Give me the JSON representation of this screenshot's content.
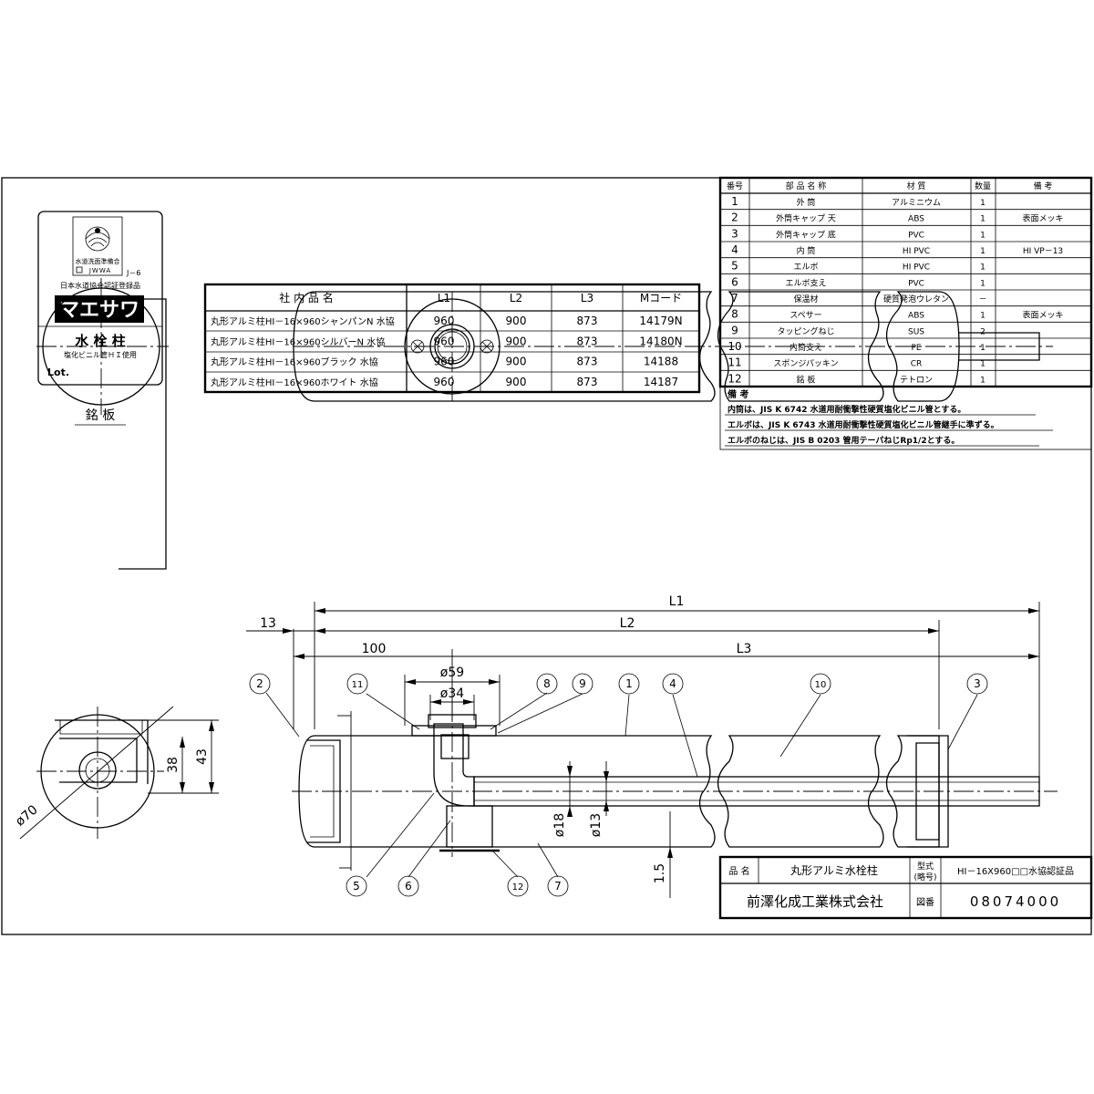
{
  "nameplate": {
    "org_name": "水道洗面準備合",
    "org_abbr": "JWWA",
    "cert_code": "J－6",
    "cert_text": "日本水道協会認証登録品",
    "brand": "マエサワ",
    "product": "水 栓 柱",
    "material_note": "塩化ビニル管ＨＩ使用",
    "lot": "Lot.",
    "caption": "銘 板"
  },
  "model_table": {
    "headers": [
      "社 内 品 名",
      "L1",
      "L2",
      "L3",
      "Mコード"
    ],
    "rows": [
      [
        "丸形アルミ柱HI－16×960シャンパンN 水協",
        "960",
        "900",
        "873",
        "14179N"
      ],
      [
        "丸形アルミ柱HI－16×960シルバーN 水協",
        "960",
        "900",
        "873",
        "14180N"
      ],
      [
        "丸形アルミ柱HI－16×960ブラック 水協",
        "960",
        "900",
        "873",
        "14188"
      ],
      [
        "丸形アルミ柱HI－16×960ホワイト 水協",
        "960",
        "900",
        "873",
        "14187"
      ]
    ]
  },
  "parts_table": {
    "headers": [
      "番号",
      "部 品 名 称",
      "材 質",
      "数量",
      "備 考"
    ],
    "rows": [
      [
        "1",
        "外 筒",
        "アルミニウム",
        "1",
        ""
      ],
      [
        "2",
        "外筒キャップ 天",
        "ABS",
        "1",
        "表面メッキ"
      ],
      [
        "3",
        "外筒キャップ 底",
        "PVC",
        "1",
        ""
      ],
      [
        "4",
        "内 筒",
        "HI PVC",
        "1",
        "HI VP－13"
      ],
      [
        "5",
        "エルボ",
        "HI PVC",
        "1",
        ""
      ],
      [
        "6",
        "エルボ支え",
        "PVC",
        "1",
        ""
      ],
      [
        "7",
        "保温材",
        "硬質発泡ウレタン",
        "－",
        ""
      ],
      [
        "8",
        "スペサー",
        "ABS",
        "1",
        "表面メッキ"
      ],
      [
        "9",
        "タッピングねじ",
        "SUS",
        "2",
        ""
      ],
      [
        "10",
        "内筒支え",
        "PE",
        "1",
        ""
      ],
      [
        "11",
        "スポンジパッキン",
        "CR",
        "1",
        ""
      ],
      [
        "12",
        "銘 板",
        "テトロン",
        "1",
        ""
      ]
    ]
  },
  "notes": {
    "heading": "備 考",
    "lines": [
      "内筒は、JIS K 6742 水道用耐衝撃性硬質塩化ビニル管とする。",
      "エルボは、JIS K 6743 水道用耐衝撃性硬質塩化ビニル管継手に準ずる。",
      "エルボのねじは、JIS B 0203 管用テーパねじRp1/2とする。"
    ]
  },
  "dimensions": {
    "L1": "L1",
    "L2": "L2",
    "L3": "L3",
    "d13": "13",
    "d100": "100",
    "phi59": "ø59",
    "phi34": "ø34",
    "phi18": "ø18",
    "phi13": "ø13",
    "d38": "38",
    "d43": "43",
    "phi70": "ø70",
    "d1_5": "1.5"
  },
  "balloons": [
    "1",
    "2",
    "3",
    "4",
    "5",
    "6",
    "7",
    "8",
    "9",
    "10",
    "11",
    "12"
  ],
  "title_block": {
    "name_label": "品 名",
    "name_value": "丸形アルミ水栓柱",
    "model_label_1": "型式",
    "model_label_2": "(略号)",
    "model_value": "HI－16X960□□水協認証品",
    "company": "前澤化成工業株式会社",
    "drawing_no_label": "図番",
    "drawing_no": "08074000"
  }
}
